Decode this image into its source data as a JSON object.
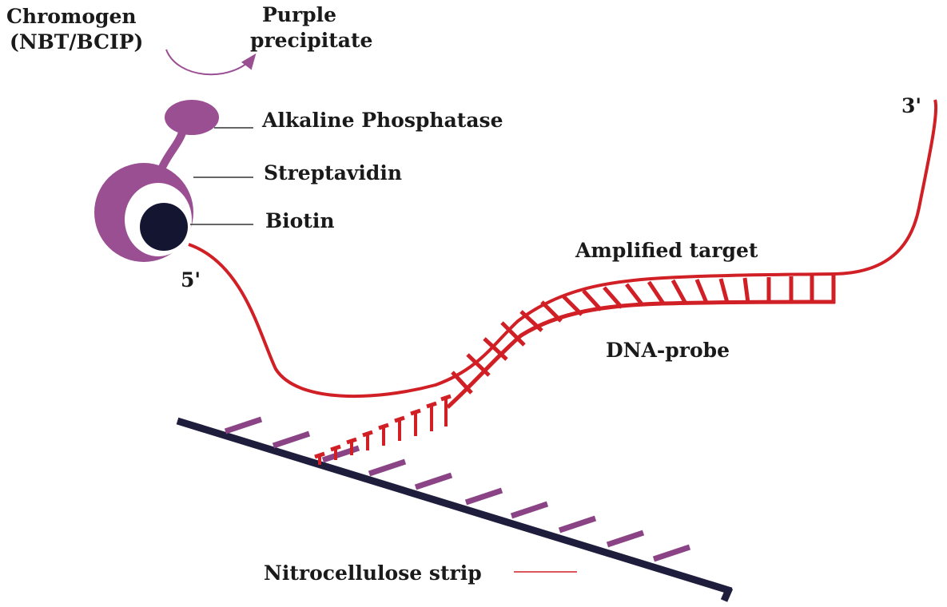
{
  "labels": {
    "chromogen_line1": "Chromogen",
    "chromogen_line2": "(NBT/BCIP)",
    "purple_line1": "Purple",
    "purple_line2": "precipitate",
    "alkaline_phosphatase": "Alkaline Phosphatase",
    "streptavidin": "Streptavidin",
    "biotin": "Biotin",
    "five_prime": "5'",
    "three_prime": "3'",
    "amplified_target": "Amplified target",
    "dna_probe": "DNA-probe",
    "nitrocellulose_strip": "Nitrocellulose strip"
  },
  "colors": {
    "dna": "#d11f26",
    "enzyme": "#9b4f93",
    "biotin": "#141531",
    "strip": "#1f1d3c",
    "probe_bars": "#8a4486",
    "text": "#1a1a1a",
    "leader": "#333333"
  }
}
